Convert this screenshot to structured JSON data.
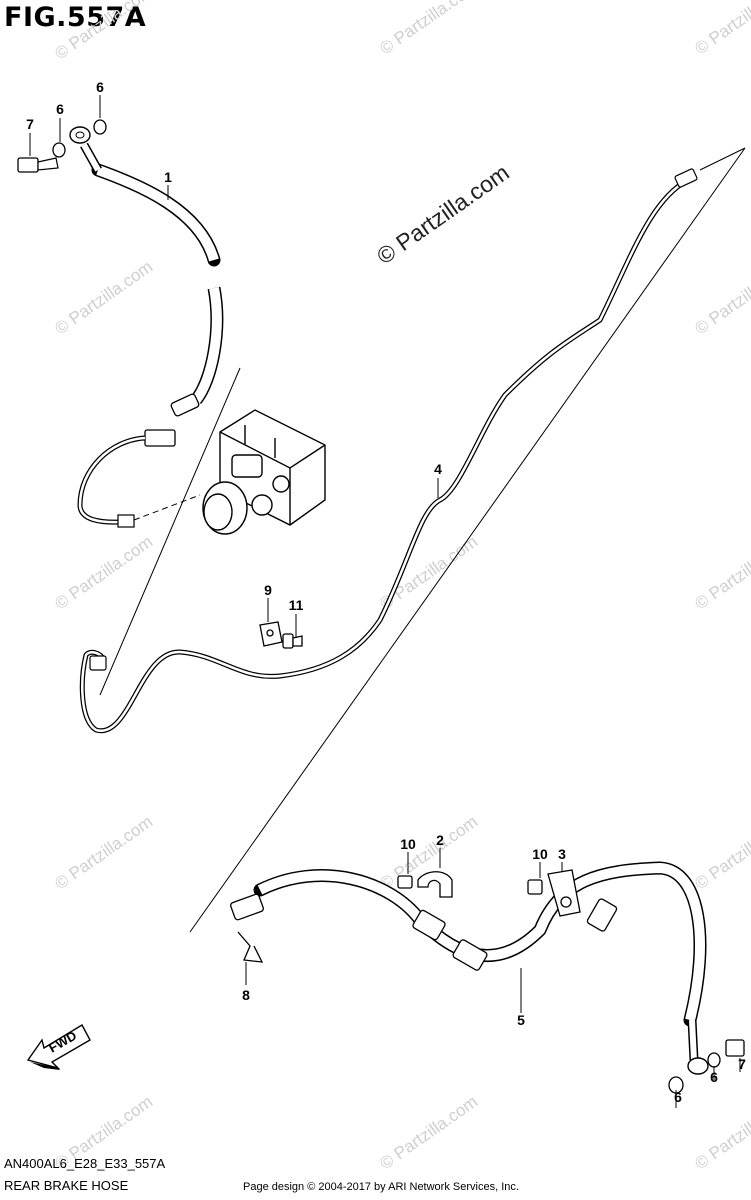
{
  "figure": {
    "title": "FIG.557A",
    "code": "AN400AL6_E28_E33_557A",
    "section": "REAR BRAKE HOSE"
  },
  "credit": "Page design © 2004-2017 by ARI Network Services, Inc.",
  "watermark": "© Partzilla.com",
  "direction_label": "FWD",
  "callouts": [
    "1",
    "2",
    "3",
    "4",
    "5",
    "6",
    "6",
    "6",
    "6",
    "7",
    "7",
    "8",
    "9",
    "10",
    "10",
    "11"
  ],
  "icons": {
    "fwd_arrow": "fwd-arrow-icon",
    "abs_unit": "abs-unit-icon"
  }
}
